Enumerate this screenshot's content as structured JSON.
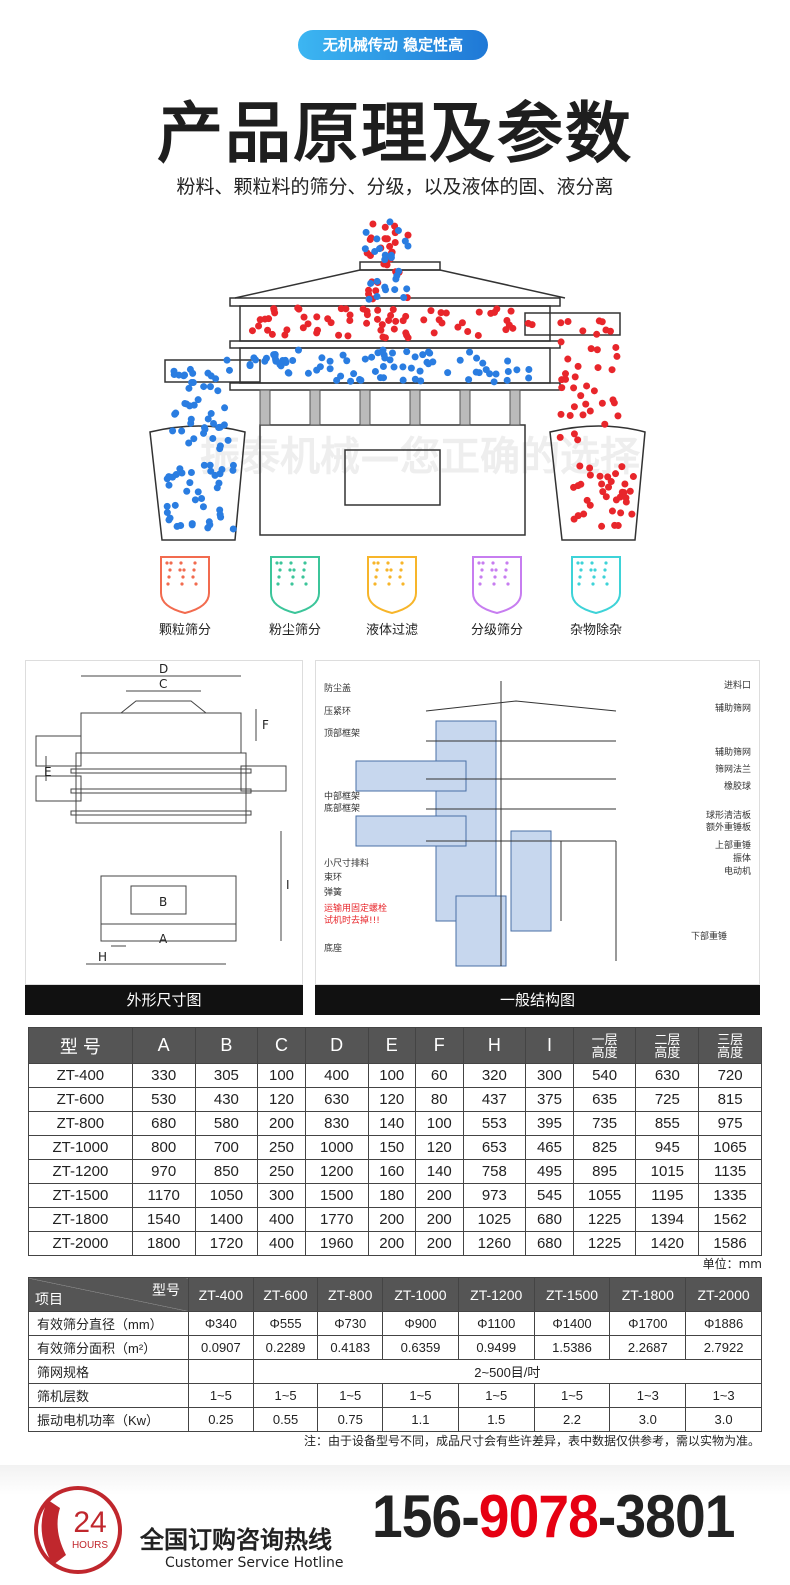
{
  "badge": "无机械传动 稳定性高",
  "title": "产品原理及参数",
  "subtitle": "粉料、颗粒料的筛分、分级，以及液体的固、液分离",
  "watermark": "振泰机械—您正确的选择",
  "icons": [
    {
      "label": "颗粒筛分",
      "color": "#f26b4f",
      "icon": "granule-icon"
    },
    {
      "label": "粉尘筛分",
      "color": "#3cc59a",
      "icon": "dust-icon"
    },
    {
      "label": "液体过滤",
      "color": "#f7b52a",
      "icon": "liquid-icon"
    },
    {
      "label": "分级筛分",
      "color": "#c77df0",
      "icon": "grading-icon"
    },
    {
      "label": "杂物除杂",
      "color": "#3ed3d8",
      "icon": "impurity-icon"
    }
  ],
  "dimension_diagram": {
    "caption": "外形尺寸图",
    "labels": [
      "D",
      "C",
      "F",
      "E",
      "B",
      "A",
      "H",
      "I"
    ]
  },
  "structure_diagram": {
    "caption": "一般结构图",
    "left_labels": [
      "防尘盖",
      "压紧环",
      "顶部框架",
      "中部框架",
      "底部框架",
      "小尺寸排料",
      "束环",
      "弹簧"
    ],
    "warning": [
      "运输用固定螺栓",
      "试机时去掉!!!"
    ],
    "base": "底座",
    "right_labels": [
      "进料口",
      "辅助筛网",
      "辅助筛网",
      "筛网法兰",
      "橡胶球",
      "球形清洁板",
      "额外重锤板",
      "上部重锤",
      "振体",
      "电动机"
    ],
    "bottom_right": "下部重锤"
  },
  "dim_table": {
    "headers": [
      "型 号",
      "A",
      "B",
      "C",
      "D",
      "E",
      "F",
      "H",
      "I",
      "一层\n高度",
      "二层\n高度",
      "三层\n高度"
    ],
    "rows": [
      [
        "ZT-400",
        "330",
        "305",
        "100",
        "400",
        "100",
        "60",
        "320",
        "300",
        "540",
        "630",
        "720"
      ],
      [
        "ZT-600",
        "530",
        "430",
        "120",
        "630",
        "120",
        "80",
        "437",
        "375",
        "635",
        "725",
        "815"
      ],
      [
        "ZT-800",
        "680",
        "580",
        "200",
        "830",
        "140",
        "100",
        "553",
        "395",
        "735",
        "855",
        "975"
      ],
      [
        "ZT-1000",
        "800",
        "700",
        "250",
        "1000",
        "150",
        "120",
        "653",
        "465",
        "825",
        "945",
        "1065"
      ],
      [
        "ZT-1200",
        "970",
        "850",
        "250",
        "1200",
        "160",
        "140",
        "758",
        "495",
        "895",
        "1015",
        "1135"
      ],
      [
        "ZT-1500",
        "1170",
        "1050",
        "300",
        "1500",
        "180",
        "200",
        "973",
        "545",
        "1055",
        "1195",
        "1335"
      ],
      [
        "ZT-1800",
        "1540",
        "1400",
        "400",
        "1770",
        "200",
        "200",
        "1025",
        "680",
        "1225",
        "1394",
        "1562"
      ],
      [
        "ZT-2000",
        "1800",
        "1720",
        "400",
        "1960",
        "200",
        "200",
        "1260",
        "680",
        "1225",
        "1420",
        "1586"
      ]
    ],
    "unit": "单位：mm"
  },
  "spec_table": {
    "corner_top": "型号",
    "corner_bottom": "项目",
    "models": [
      "ZT-400",
      "ZT-600",
      "ZT-800",
      "ZT-1000",
      "ZT-1200",
      "ZT-1500",
      "ZT-1800",
      "ZT-2000"
    ],
    "rows": [
      {
        "name": "有效筛分直径（mm）",
        "values": [
          "Φ340",
          "Φ555",
          "Φ730",
          "Φ900",
          "Φ1100",
          "Φ1400",
          "Φ1700",
          "Φ1886"
        ]
      },
      {
        "name": "有效筛分面积（m²）",
        "values": [
          "0.0907",
          "0.2289",
          "0.4183",
          "0.6359",
          "0.9499",
          "1.5386",
          "2.2687",
          "2.7922"
        ]
      },
      {
        "name": "筛网规格",
        "merged": "2~500目/吋"
      },
      {
        "name": "筛机层数",
        "values": [
          "1~5",
          "1~5",
          "1~5",
          "1~5",
          "1~5",
          "1~5",
          "1~3",
          "1~3"
        ]
      },
      {
        "name": "振动电机功率（Kw）",
        "values": [
          "0.25",
          "0.55",
          "0.75",
          "1.1",
          "1.5",
          "2.2",
          "3.0",
          "3.0"
        ]
      }
    ]
  },
  "note": "注：由于设备型号不同，成品尺寸会有些许差异，表中数据仅供参考，需以实物为准。",
  "footer": {
    "logo_number": "24",
    "logo_text": "HOURS",
    "hotline_cn": "全国订购咨询热线",
    "hotline_en": "Customer Service Hotline",
    "phone_a": "156-",
    "phone_b": "9078",
    "phone_c": "-3801",
    "accent": "#e60012"
  }
}
